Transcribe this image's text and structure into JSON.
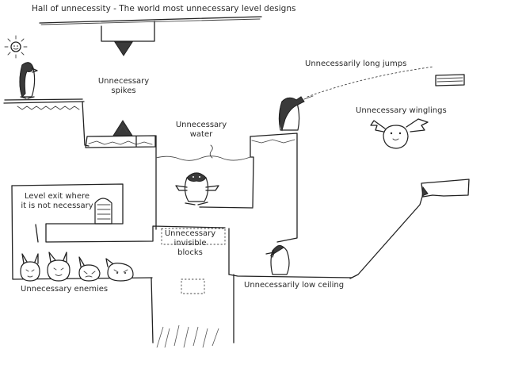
{
  "title": "Hall of unnecessity - The world most unnecessary level designs",
  "annotations": {
    "spikes": [
      "Unnecessary",
      "spikes"
    ],
    "water": [
      "Unnecessary",
      "water"
    ],
    "long_jumps": "Unnecessarily long jumps",
    "winglings": "Unnecessary winglings",
    "level_exit": [
      "Level exit where",
      "it is not necessary"
    ],
    "invisible_blocks": [
      "Unnecessary",
      "invisible",
      "blocks"
    ],
    "enemies": "Unnecessary enemies",
    "low_ceiling": "Unnecessarily low ceiling"
  },
  "colors": {
    "ink": "#222222",
    "background": "#ffffff"
  },
  "icons": [
    "sun-icon",
    "penguin-icon",
    "spike-icon",
    "wingling-icon",
    "enemy-icon",
    "door-icon"
  ]
}
